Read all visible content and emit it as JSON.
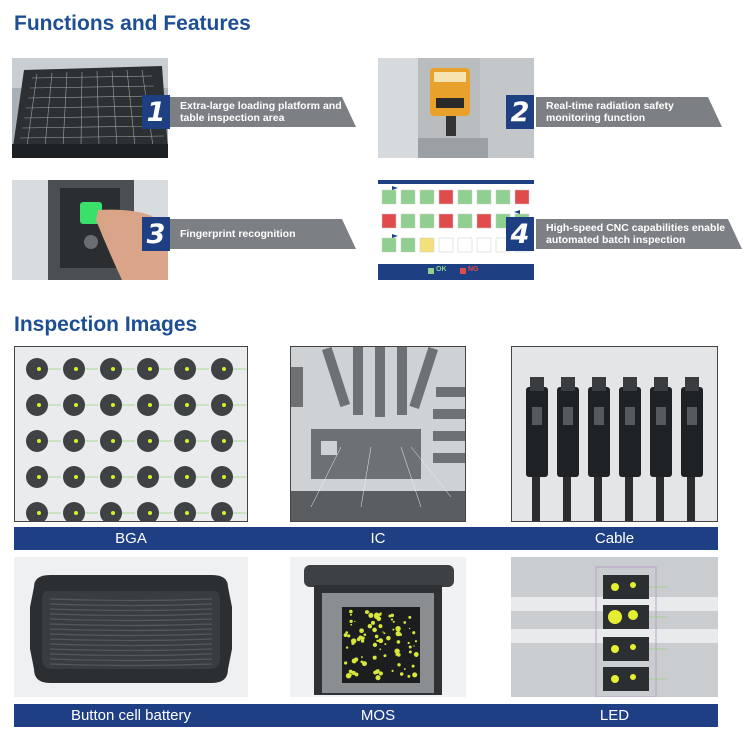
{
  "functions": {
    "title": "Functions and Features",
    "items": [
      {
        "number": "1",
        "text_line1": "Extra-large loading platform and",
        "text_line2": "table inspection area"
      },
      {
        "number": "2",
        "text_line1": "Real-time radiation safety",
        "text_line2": "monitoring function"
      },
      {
        "number": "3",
        "text_line1": "Fingerprint recognition",
        "text_line2": ""
      },
      {
        "number": "4",
        "text_line1": "High-speed CNC capabilities enable",
        "text_line2": "automated batch inspection"
      }
    ],
    "batch_legend": {
      "ok": "OK",
      "ng": "NG"
    }
  },
  "inspection": {
    "title": "Inspection Images",
    "row1": [
      "BGA",
      "IC",
      "Cable"
    ],
    "row2": [
      "Button cell battery",
      "MOS",
      "LED"
    ]
  },
  "colors": {
    "title_blue": "#1e4f95",
    "number_box": "#1e3f82",
    "banner_gray": "#7c8085",
    "caption_bar": "#1f3f84",
    "ok_green": "#8fcf8f",
    "ng_red": "#e04b4b",
    "pending_yellow": "#f4e07a"
  }
}
